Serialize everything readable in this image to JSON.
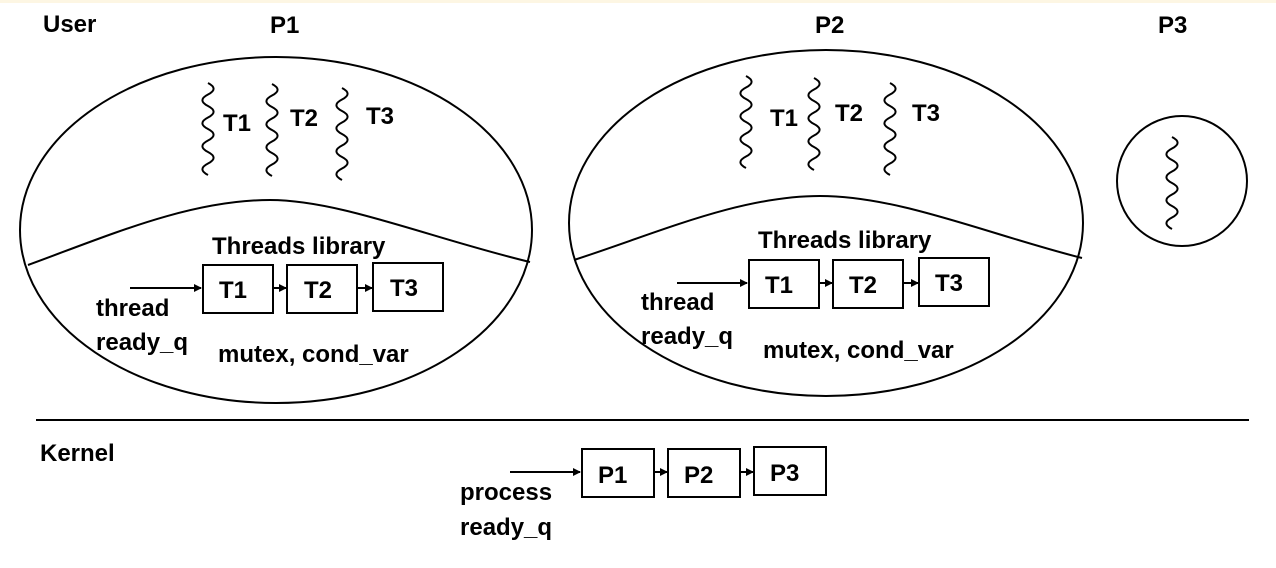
{
  "title": "User-level threads vs kernel process scheduling",
  "regions": {
    "user_label": "User",
    "kernel_label": "Kernel"
  },
  "processes": [
    {
      "id": "P1",
      "label": "P1",
      "threads": [
        "T1",
        "T2",
        "T3"
      ],
      "library_label": "Threads library",
      "queue_label_line1": "thread",
      "queue_label_line2": "ready_q",
      "queue": [
        "T1",
        "T2",
        "T3"
      ],
      "sync_label": "mutex, cond_var"
    },
    {
      "id": "P2",
      "label": "P2",
      "threads": [
        "T1",
        "T2",
        "T3"
      ],
      "library_label": "Threads library",
      "queue_label_line1": "thread",
      "queue_label_line2": "ready_q",
      "queue": [
        "T1",
        "T2",
        "T3"
      ],
      "sync_label": "mutex, cond_var"
    },
    {
      "id": "P3",
      "label": "P3",
      "threads": [
        ""
      ]
    }
  ],
  "kernel": {
    "queue_label_line1": "process",
    "queue_label_line2": "ready_q",
    "queue": [
      "P1",
      "P2",
      "P3"
    ]
  }
}
